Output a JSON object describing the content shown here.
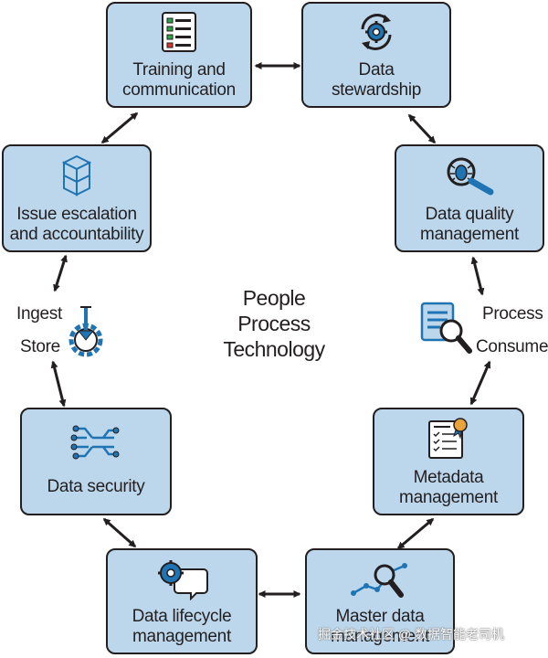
{
  "center": {
    "line1": "People",
    "line2": "Process",
    "line3": "Technology"
  },
  "boxes": {
    "training": {
      "label": "Training and\ncommunication",
      "icon": "checklist-icon"
    },
    "stewardship": {
      "label": "Data\nstewardship",
      "icon": "refresh-gear-icon"
    },
    "quality": {
      "label": "Data quality\nmanagement",
      "icon": "bug-magnifier-icon"
    },
    "metadata": {
      "label": "Metadata\nmanagement",
      "icon": "certificate-icon"
    },
    "master": {
      "label": "Master data\nmanagement",
      "icon": "chart-magnifier-icon"
    },
    "lifecycle": {
      "label": "Data lifecycle\nmanagement",
      "icon": "gear-chat-icon"
    },
    "security": {
      "label": "Data security",
      "icon": "circuit-icon"
    },
    "escalation": {
      "label": "Issue escalation\nand accountability",
      "icon": "cubes-icon"
    }
  },
  "side_labels": {
    "ingest": "Ingest",
    "store": "Store",
    "process": "Process",
    "consume": "Consume"
  },
  "watermark": "掘金技术社区 @ 数据智能老司机",
  "colors": {
    "box_fill": "#bcd7ec",
    "icon_blue": "#1f74b4",
    "stroke": "#231f20"
  }
}
